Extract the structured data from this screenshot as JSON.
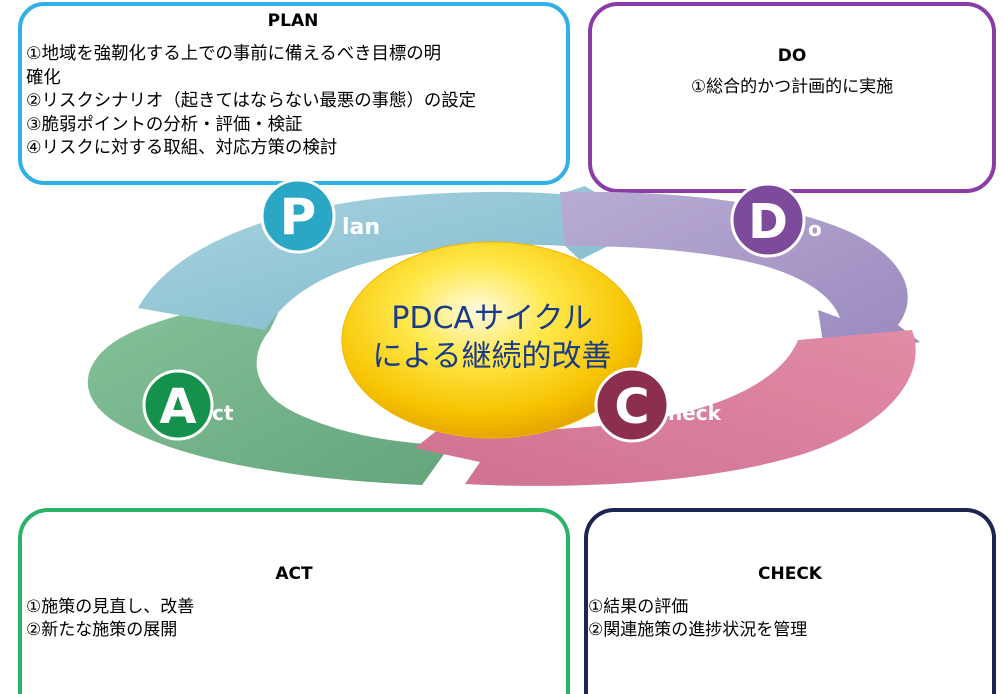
{
  "plan": {
    "title": "PLAN",
    "lines": [
      "①地域を強靭化する上での事前に備えるべき目標の明",
      "確化",
      "②リスクシナリオ（起きてはならない最悪の事態）の設定",
      "③脆弱ポイントの分析・評価・検証",
      "④リスクに対する取組、対応方策の検討"
    ]
  },
  "do": {
    "title": "DO",
    "lines": [
      "①総合的かつ計画的に実施"
    ]
  },
  "act": {
    "title": "ACT",
    "lines": [
      "①施策の見直し、改善",
      "②新たな施策の展開"
    ]
  },
  "check": {
    "title": "CHECK",
    "lines": [
      "①結果の評価",
      "②関連施策の進捗状況を管理"
    ]
  },
  "cycle": {
    "center_line1": "PDCAサイクル",
    "center_line2": "による継続的改善",
    "plan_badge_letter": "P",
    "plan_badge_rest": "lan",
    "do_badge_letter": "D",
    "do_badge_rest": "o",
    "check_badge_letter": "C",
    "check_badge_rest": "heck",
    "act_badge_letter": "A",
    "act_badge_rest": "ct",
    "colors": {
      "plan_arrow": "#8cc4d6",
      "do_arrow": "#a99ac8",
      "check_arrow": "#d77f9a",
      "act_arrow": "#74b48a",
      "plan_badge": "#2ba7c6",
      "do_badge": "#7d4a9c",
      "check_badge": "#8b2f4c",
      "act_badge": "#14914a",
      "center": "#f6c800"
    }
  }
}
